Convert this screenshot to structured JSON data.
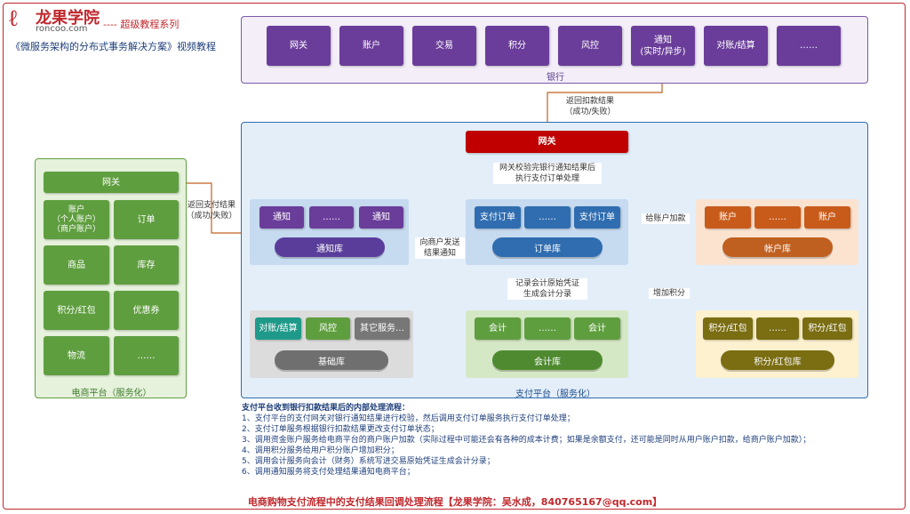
{
  "header": {
    "logo_mark": "ℓ",
    "logo_cn": "龙果学院",
    "logo_en": "roncoo.com",
    "series": "---- 超级教程系列",
    "course": "《微服务架构的分布式事务解决方案》视频教程"
  },
  "bank": {
    "label": "银行",
    "items": [
      "网关",
      "账户",
      "交易",
      "积分",
      "风控",
      "通知\n(实时/异步)",
      "对账/结算",
      "……"
    ]
  },
  "payment": {
    "label": "支付平台（服务化）",
    "gateway": "网关",
    "order": {
      "items": [
        "支付订单",
        "……",
        "支付订单"
      ],
      "db": "订单库"
    },
    "notify": {
      "items": [
        "通知",
        "……",
        "通知"
      ],
      "db": "通知库"
    },
    "account": {
      "items": [
        "账户",
        "……",
        "账户"
      ],
      "db": "帐户库"
    },
    "base": {
      "items": [
        "对账/结算",
        "风控",
        "其它服务…"
      ],
      "db": "基础库"
    },
    "accounting": {
      "items": [
        "会计",
        "……",
        "会计"
      ],
      "db": "会计库"
    },
    "points": {
      "items": [
        "积分/红包",
        "……",
        "积分/红包"
      ],
      "db": "积分/红包库"
    }
  },
  "ecommerce": {
    "label": "电商平台（服务化）",
    "gateway": "网关",
    "grid": [
      "账户\n（个人账户）\n（商户账户）",
      "订单",
      "商品",
      "库存",
      "积分/红包",
      "优惠券",
      "物流",
      "……"
    ]
  },
  "notes": {
    "bank_return": "返回扣款结果\n（成功/失败）",
    "gateway_verify": "网关校验完银行通知结果后\n执行支付订单处理",
    "to_merchant": "向商户发送\n结果通知",
    "return_pay": "返回支付结果\n（成功/失败）",
    "to_account": "给账户加款",
    "to_accounting": "记录会计原始凭证\n生成会计分录",
    "to_points": "增加积分"
  },
  "steps": {
    "title": "支付平台收到银行扣款结果后的内部处理流程：",
    "lines": [
      "1、支付平台的支付网关对银行通知结果进行校验，然后调用支付订单服务执行支付订单处理；",
      "2、支付订单服务根据银行扣款结果更改支付订单状态；",
      "3、调用资金账户服务给电商平台的商户账户加款（实际过程中可能还会有各种的成本计费；如果是余额支付，还可能是同时从用户账户扣款，给商户账户加款）；",
      "4、调用积分服务给用户积分账户增加积分；",
      "5、调用会计服务向会计（财务）系统写进交易原始凭证生成会计分录；",
      "6、调用通知服务将支付处理结果通知电商平台；"
    ]
  },
  "footer": "电商购物支付流程中的支付结果回调处理流程【龙果学院：吴水成，840765167@qq.com】",
  "colors": {
    "brand": "#c0282d",
    "bank": "#6a3d9a",
    "payment": "#2f6db0",
    "ecommerce": "#5f9e3f",
    "arrow": "#c06020"
  }
}
